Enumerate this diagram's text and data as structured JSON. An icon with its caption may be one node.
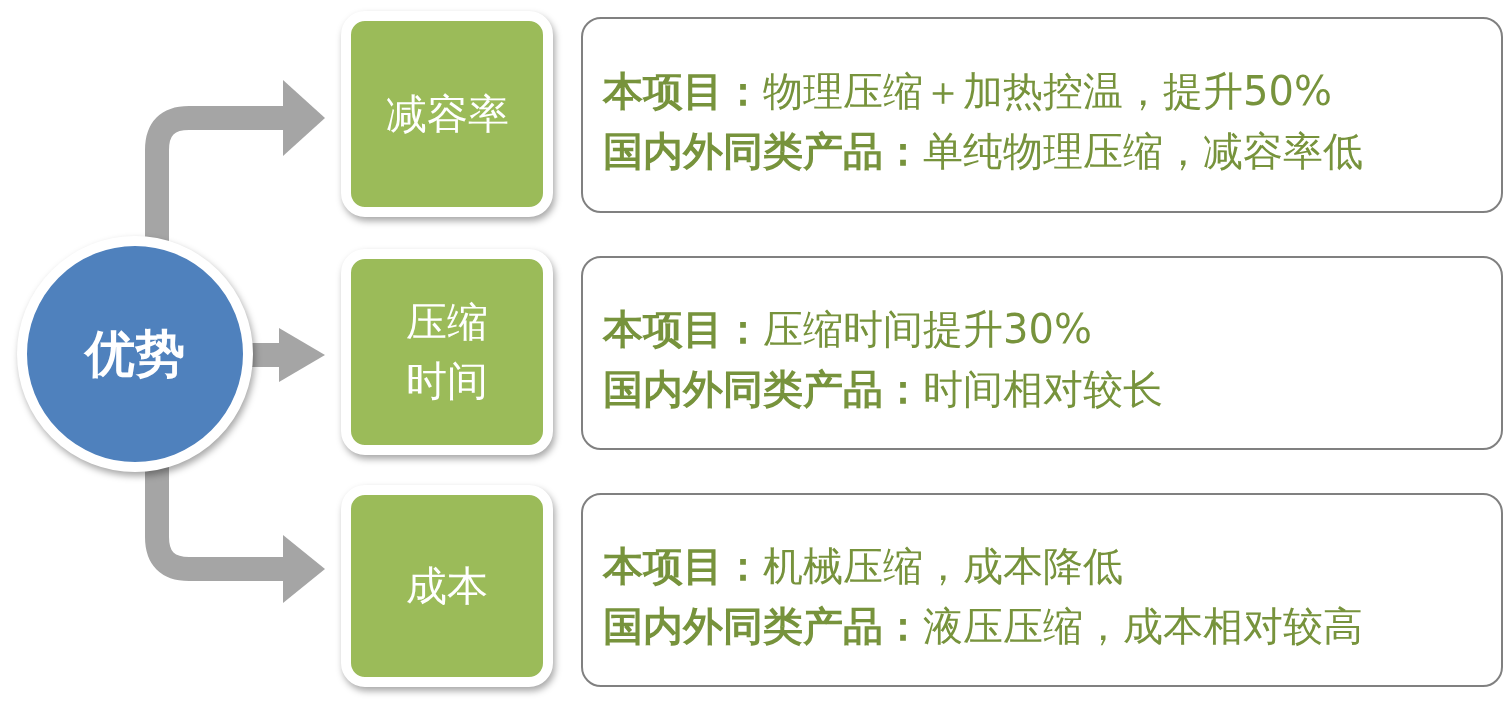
{
  "diagram": {
    "nodes": [
      {
        "text": [
          "优势"
        ]
      },
      {
        "text": [
          "减容率"
        ]
      },
      {
        "text": [
          "压缩时间"
        ]
      },
      {
        "text": [
          "成本"
        ]
      },
      {
        "text": [
          "**本项目：**物理压缩＋加热控温，提升50%",
          "**国内外同类产品：**单纯物理压缩，减容率低"
        ]
      },
      {
        "text": [
          "**本项目：**压缩时间提升30%",
          "**国内外同类产品：**时间相对较长"
        ]
      },
      {
        "text": [
          "**本项目：**机械压缩，成本降低",
          "**国内外同类产品：**液压压缩，成本相对较高"
        ]
      }
    ],
    "edges": [
      {
        "from": 0,
        "to": 1,
        "arrow": "to"
      },
      {
        "from": 0,
        "to": 2,
        "arrow": "to"
      },
      {
        "from": 0,
        "to": 3,
        "arrow": "to"
      }
    ]
  }
}
